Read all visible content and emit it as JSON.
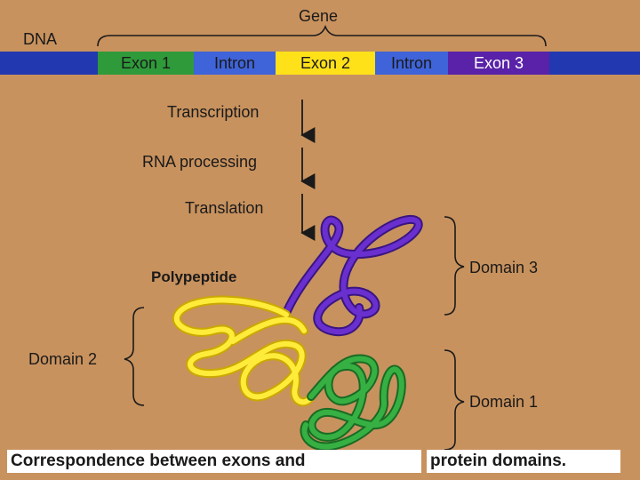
{
  "diagram": {
    "gene_label": "Gene",
    "dna_label": "DNA",
    "segments": [
      {
        "label": "Exon 1",
        "color": "#2e9a3a",
        "text_color": "#1a1a1a"
      },
      {
        "label": "Intron",
        "color": "#3f63d8",
        "text_color": "#1a1a1a"
      },
      {
        "label": "Exon 2",
        "color": "#ffe11a",
        "text_color": "#1a1a1a"
      },
      {
        "label": "Intron",
        "color": "#3f63d8",
        "text_color": "#1a1a1a"
      },
      {
        "label": "Exon 3",
        "color": "#5a22a8",
        "text_color": "#ffffff"
      }
    ],
    "steps": [
      "Transcription",
      "RNA processing",
      "Translation"
    ],
    "polypeptide_label": "Polypeptide",
    "domains": {
      "domain3": "Domain 3",
      "domain2": "Domain 2",
      "domain1": "Domain 1"
    },
    "colors": {
      "background": "#c8925e",
      "dna_bar": "#2238b0",
      "domain1": "#2e9a3a",
      "domain2": "#ffe11a",
      "domain3": "#5a22a8"
    }
  },
  "caption": {
    "left": "Correspondence between exons and",
    "right": "protein domains."
  }
}
